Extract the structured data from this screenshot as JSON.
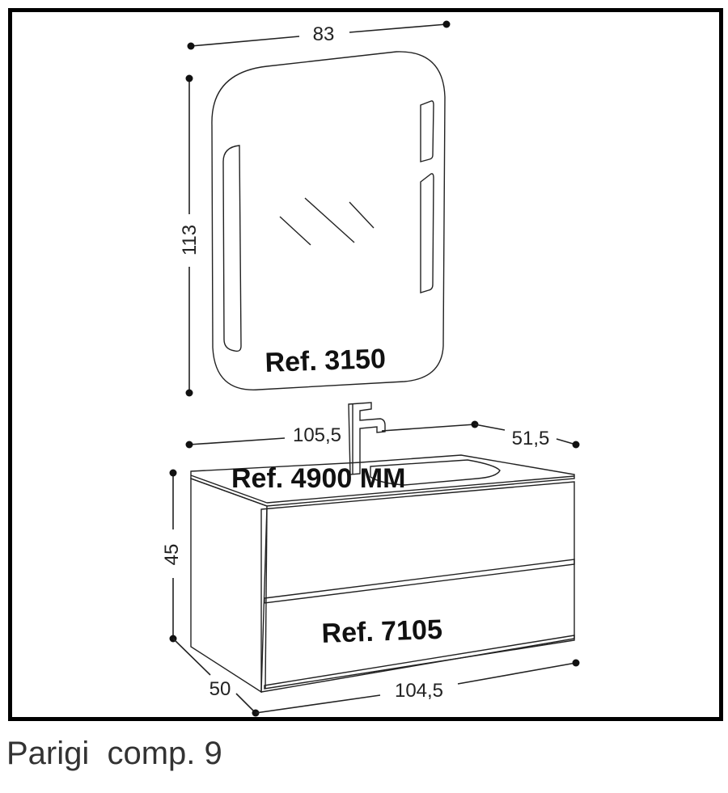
{
  "caption": "Parigi  comp. 9",
  "mirror": {
    "ref": "Ref. 3150",
    "width": "83",
    "height": "113"
  },
  "top": {
    "ref": "Ref. 4900 MM",
    "width": "105,5",
    "depth": "51,5"
  },
  "cabinet": {
    "ref": "Ref. 7105",
    "height": "45",
    "width": "104,5",
    "depth": "50"
  },
  "colors": {
    "frame": "#000000",
    "line": "#222222"
  }
}
